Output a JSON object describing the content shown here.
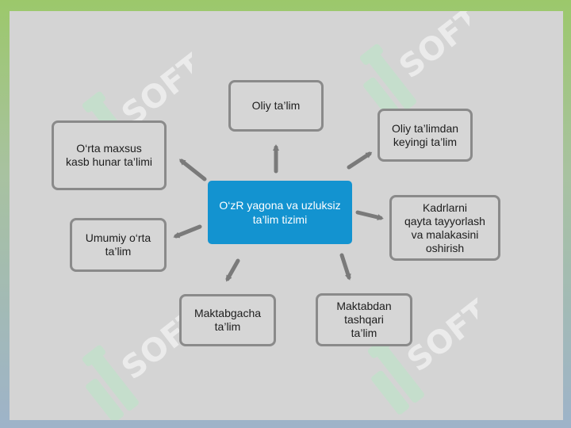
{
  "diagram": {
    "center": "O‘zR yagona va uzluksiz\nta’lim tizimi",
    "nodes": {
      "oliy": "Oliy ta’lim",
      "oliydan_keyingi": "Oliy ta’limdan\nkeyingi ta’lim",
      "kadrlarni": "Kadrlarni\nqayta tayyorlash\nva malakasini\noshirish",
      "maktabdan_tashqari": "Maktabdan\ntashqari\nta’lim",
      "maktabgacha": "Maktabgacha\nta’lim",
      "umumiy": "Umumiy o‘rta\nta’lim",
      "orta_maxsus": "O‘rta maxsus\nkasb hunar ta’limi"
    }
  },
  "watermark": {
    "text": "SOFT",
    "color": "#ffffff",
    "logo_color": "#b9e7c6"
  },
  "colors": {
    "center_fill": "#1393d0",
    "box_border": "#8a8a8a",
    "arrow": "#7a7a7a",
    "background": "#d4d4d4"
  }
}
